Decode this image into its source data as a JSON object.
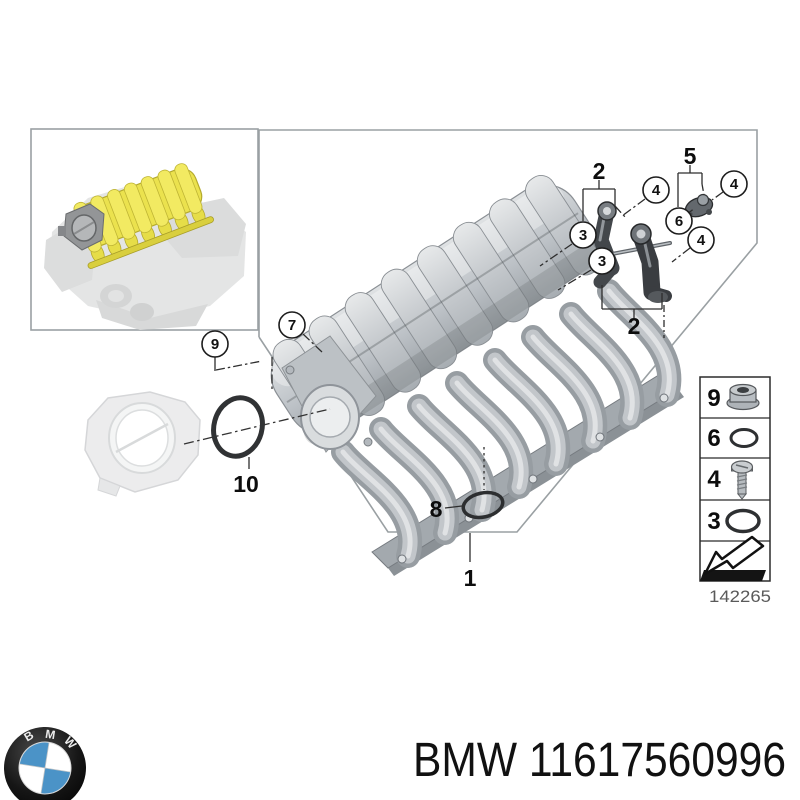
{
  "callouts": {
    "plain": [
      {
        "label": "2"
      },
      {
        "label": "5"
      },
      {
        "label": "2"
      },
      {
        "label": "8"
      },
      {
        "label": "1"
      },
      {
        "label": "10"
      }
    ],
    "circled": [
      {
        "label": "4"
      },
      {
        "label": "4"
      },
      {
        "label": "4"
      },
      {
        "label": "3"
      },
      {
        "label": "3"
      },
      {
        "label": "6"
      },
      {
        "label": "7"
      },
      {
        "label": "9"
      }
    ]
  },
  "legend": {
    "items": [
      {
        "number": "9",
        "icon": "flange-nut-icon"
      },
      {
        "number": "6",
        "icon": "o-ring-small-icon"
      },
      {
        "number": "4",
        "icon": "screw-icon"
      },
      {
        "number": "3",
        "icon": "o-ring-large-icon"
      },
      {
        "number": "",
        "icon": "direction-arrow-icon"
      }
    ],
    "diagram_code": "142265"
  },
  "footer": {
    "logo_letters": [
      "B",
      "M",
      "W"
    ],
    "part_text": "BMW 11617560996"
  },
  "colors": {
    "highlight_yellow": "#ebe24e",
    "brand_blue": "#4b93c7",
    "frame_gray": "#9aa0a3",
    "ink": "#111111"
  }
}
